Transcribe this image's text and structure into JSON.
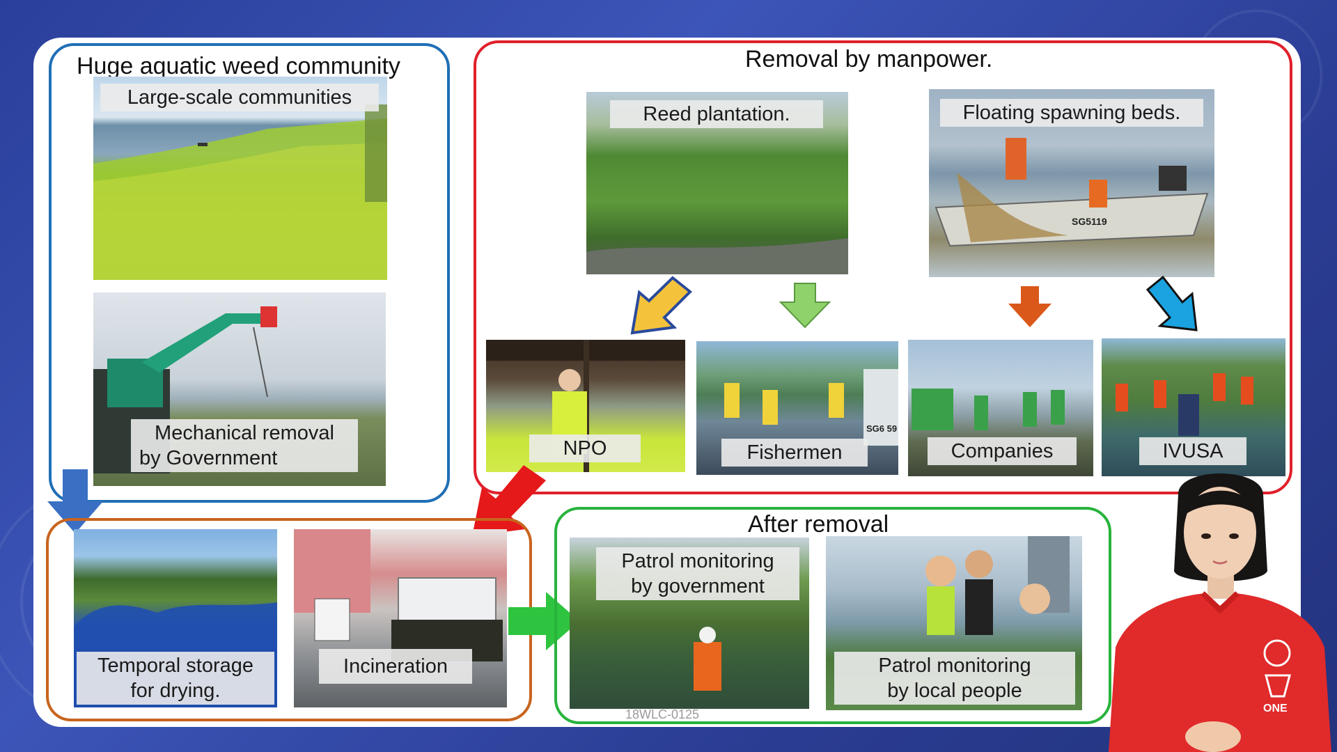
{
  "weed_community": {
    "title": "Huge aquatic weed community",
    "large_scale_caption": "Large-scale communities",
    "mechanical_caption_line1": "Mechanical removal",
    "mechanical_caption_line2": "by Government"
  },
  "manpower": {
    "title": "Removal by manpower.",
    "reed_caption": "Reed plantation.",
    "spawning_caption": "Floating spawning beds.",
    "boat_number": "SG5119",
    "groups": [
      {
        "label": "NPO"
      },
      {
        "label": "Fishermen"
      },
      {
        "label": "Companies"
      },
      {
        "label": "IVUSA"
      }
    ],
    "fishermen_boat_number": "SG6 59"
  },
  "disposal": {
    "storage_caption_line1": "Temporal storage",
    "storage_caption_line2": "for drying.",
    "incineration_caption": "Incineration"
  },
  "after_removal": {
    "title": "After removal",
    "gov_patrol_line1": "Patrol monitoring",
    "gov_patrol_line2": "by government",
    "local_patrol_line1": "Patrol monitoring",
    "local_patrol_line2": "by local people"
  },
  "watermark": "18WLC-0125",
  "presenter": {
    "shirt_print": "ONE"
  },
  "colors": {
    "blue_frame": "#1f6fb5",
    "red_frame": "#e0202a",
    "orange_frame": "#c8641e",
    "green_frame": "#28b33c",
    "arrow_yellow": "#f5c33b",
    "arrow_lightgreen": "#8fd16b",
    "arrow_orange": "#d9581a",
    "arrow_cyan": "#1aa3e0",
    "arrow_blue": "#3a6fc4",
    "arrow_red": "#e51919",
    "arrow_green": "#2ec43f"
  }
}
